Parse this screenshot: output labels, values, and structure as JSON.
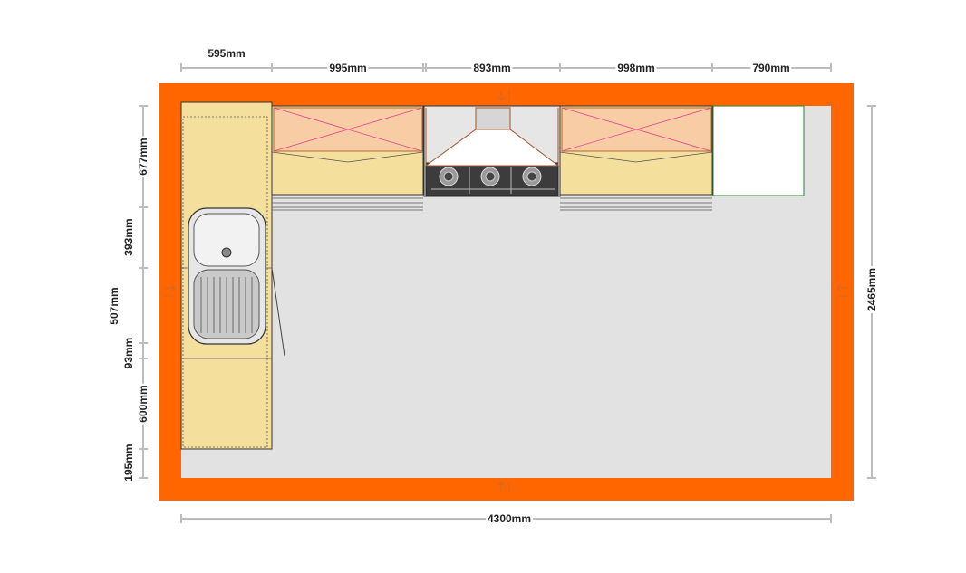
{
  "colors": {
    "wall": "#ff6600",
    "floor": "#e2e2e2",
    "base_cabinet": "#f4df9c",
    "wall_cabinet": "#f8cca4",
    "cross": "#e8408a",
    "dimension_line": "#bdbdbd",
    "hob": "#555555",
    "sink": "#d9d9d9"
  },
  "dimensions": {
    "top": [
      "595mm",
      "995mm",
      "893mm",
      "998mm",
      "790mm"
    ],
    "left": [
      "677mm",
      "393mm",
      "507mm",
      "93mm",
      "600mm",
      "195mm"
    ],
    "right": "2465mm",
    "bottom": "4300mm"
  },
  "icons": {
    "sink": "double-bowl-sink-icon",
    "hob": "gas-hob-icon",
    "hood": "extractor-hood-icon",
    "door_markers": "wall-marker-icon"
  }
}
